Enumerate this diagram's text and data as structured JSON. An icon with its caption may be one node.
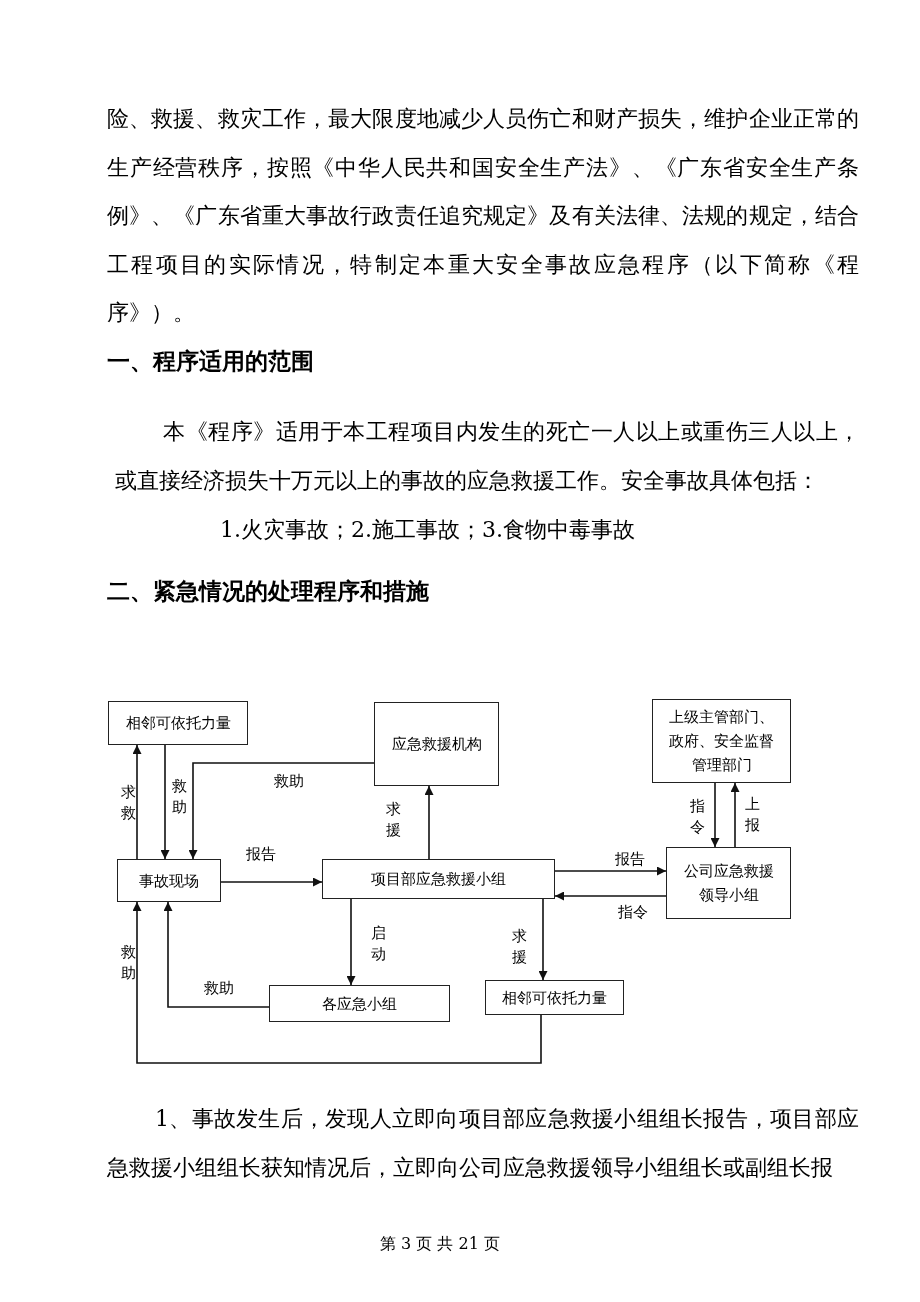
{
  "diagram": {
    "nodes": [
      {
        "text": [
          "相邻可依托力量"
        ]
      },
      {
        "text": [
          "应急救援机构"
        ]
      },
      {
        "text": [
          "上级主管部门、政府、安全监督管理部门"
        ]
      },
      {
        "text": [
          "事故现场"
        ]
      },
      {
        "text": [
          "项目部应急救援小组"
        ]
      },
      {
        "text": [
          "公司应急救援领导小组"
        ]
      },
      {
        "text": [
          "各应急小组"
        ]
      },
      {
        "text": [
          "相邻可依托力量"
        ]
      }
    ],
    "edges": [
      {
        "from": 3,
        "to": 0,
        "arrow": "to",
        "label": "求救"
      },
      {
        "from": 0,
        "to": 3,
        "arrow": "to",
        "label": "救助"
      },
      {
        "from": 1,
        "to": 3,
        "arrow": "to",
        "label": "救助"
      },
      {
        "from": 3,
        "to": 4,
        "arrow": "to",
        "label": "报告"
      },
      {
        "from": 4,
        "to": 1,
        "arrow": "to",
        "label": "求援"
      },
      {
        "from": 4,
        "to": 5,
        "arrow": "to",
        "label": "报告"
      },
      {
        "from": 5,
        "to": 4,
        "arrow": "to",
        "label": "指令"
      },
      {
        "from": 2,
        "to": 5,
        "arrow": "to",
        "label": "指令"
      },
      {
        "from": 5,
        "to": 2,
        "arrow": "to",
        "label": "上报"
      },
      {
        "from": 4,
        "to": 6,
        "arrow": "to",
        "label": "启动"
      },
      {
        "from": 4,
        "to": 7,
        "arrow": "to",
        "label": "求援"
      },
      {
        "from": 6,
        "to": 3,
        "arrow": "to",
        "label": "救助"
      },
      {
        "from": 7,
        "to": 3,
        "arrow": "to",
        "label": "救助"
      }
    ],
    "labels": [
      "险、救援、救灾工作，最大限度地减少人员伤亡和财产损失，维护企业正常的生产经营秩序，按照《中华人民共和国安全生产法》、《广东省安全生产条例》、《广东省重大事故行政责任追究规定》及有关法律、法规的规定，结合工程项目的实际情况，特制定本重大安全事故应急程序（以下简称《程序》）。",
      "一、程序适用的范围",
      "本《程序》适用于本工程项目内发生的死亡一人以上或重伤三人以上，或直接经济损失十万元以上的事故的应急救援工作。安全事故具体包括：",
      "1.火灾事故；2.施工事故；3.食物中毒事故",
      "二、紧急情况的处理程序和措施",
      "1、事故发生后，发现人立即向项目部应急救援小组组长报告，项目部应急救援小组组长获知情况后，立即向公司应急救援领导小组组长或副组长报",
      "第 3 页 共 21 页"
    ]
  }
}
